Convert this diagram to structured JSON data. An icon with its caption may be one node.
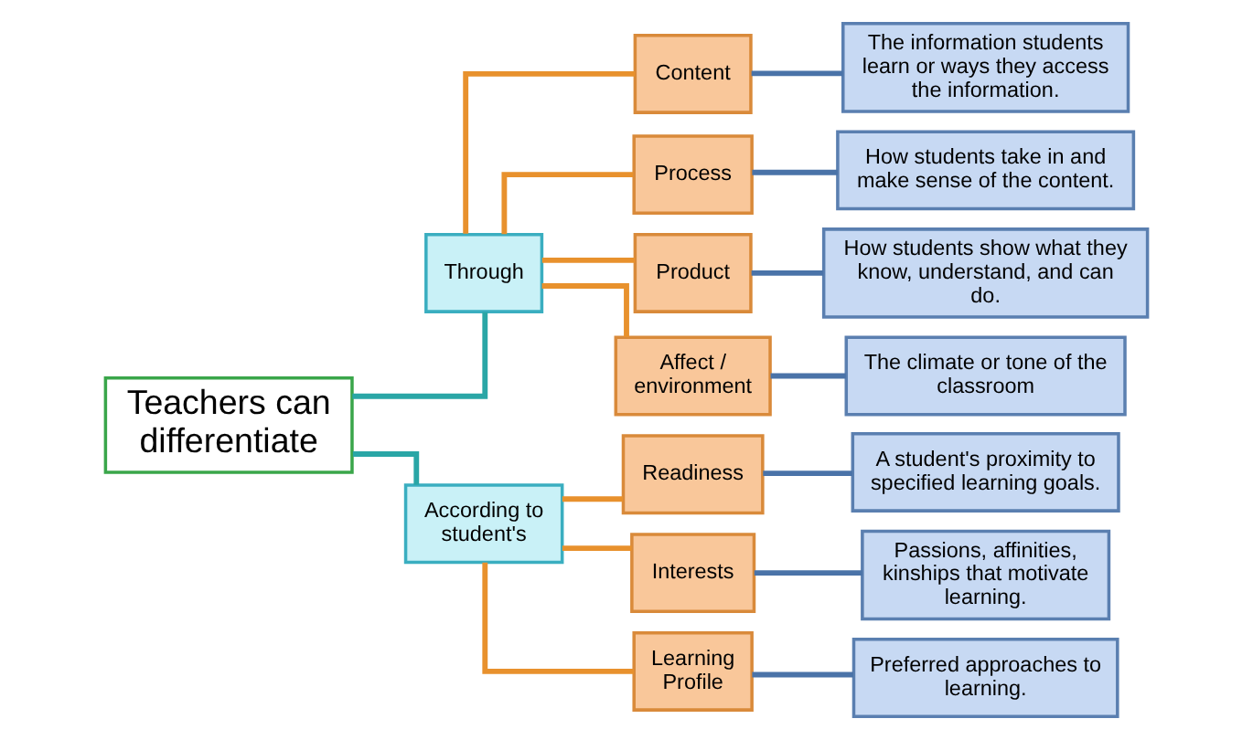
{
  "diagram": {
    "nodes": [
      {
        "text": [
          "Teachers can differentiate"
        ]
      },
      {
        "text": [
          "Through"
        ]
      },
      {
        "text": [
          "According to student's"
        ]
      },
      {
        "text": [
          "Content"
        ]
      },
      {
        "text": [
          "Process"
        ]
      },
      {
        "text": [
          "Product"
        ]
      },
      {
        "text": [
          "Affect / environment"
        ]
      },
      {
        "text": [
          "Readiness"
        ]
      },
      {
        "text": [
          "Interests"
        ]
      },
      {
        "text": [
          "Learning Profile"
        ]
      },
      {
        "text": [
          "The information students learn or ways they access the information."
        ]
      },
      {
        "text": [
          "How students take in and make sense of the content."
        ]
      },
      {
        "text": [
          "How students show what they know, understand, and can do."
        ]
      },
      {
        "text": [
          "The climate or tone of the classroom"
        ]
      },
      {
        "text": [
          "A student's proximity to specified learning goals."
        ]
      },
      {
        "text": [
          "Passions, affinities, kinships that motivate learning."
        ]
      },
      {
        "text": [
          "Preferred approaches to learning."
        ]
      }
    ],
    "edges": [
      {
        "from": 0,
        "to": 1,
        "arrow": "none",
        "color": "#2aa6a6"
      },
      {
        "from": 0,
        "to": 2,
        "arrow": "none",
        "color": "#2aa6a6"
      },
      {
        "from": 1,
        "to": 3,
        "arrow": "none",
        "color": "#e8912d"
      },
      {
        "from": 1,
        "to": 4,
        "arrow": "none",
        "color": "#e8912d"
      },
      {
        "from": 1,
        "to": 5,
        "arrow": "none",
        "color": "#e8912d"
      },
      {
        "from": 1,
        "to": 6,
        "arrow": "none",
        "color": "#e8912d"
      },
      {
        "from": 2,
        "to": 7,
        "arrow": "none",
        "color": "#e8912d"
      },
      {
        "from": 2,
        "to": 8,
        "arrow": "none",
        "color": "#e8912d"
      },
      {
        "from": 2,
        "to": 9,
        "arrow": "none",
        "color": "#e8912d"
      },
      {
        "from": 3,
        "to": 10,
        "arrow": "none",
        "color": "#4a73a8"
      },
      {
        "from": 4,
        "to": 11,
        "arrow": "none",
        "color": "#4a73a8"
      },
      {
        "from": 5,
        "to": 12,
        "arrow": "none",
        "color": "#4a73a8"
      },
      {
        "from": 6,
        "to": 13,
        "arrow": "none",
        "color": "#4a73a8"
      },
      {
        "from": 7,
        "to": 14,
        "arrow": "none",
        "color": "#4a73a8"
      },
      {
        "from": 8,
        "to": 15,
        "arrow": "none",
        "color": "#4a73a8"
      },
      {
        "from": 9,
        "to": 16,
        "arrow": "none",
        "color": "#4a73a8"
      }
    ]
  }
}
